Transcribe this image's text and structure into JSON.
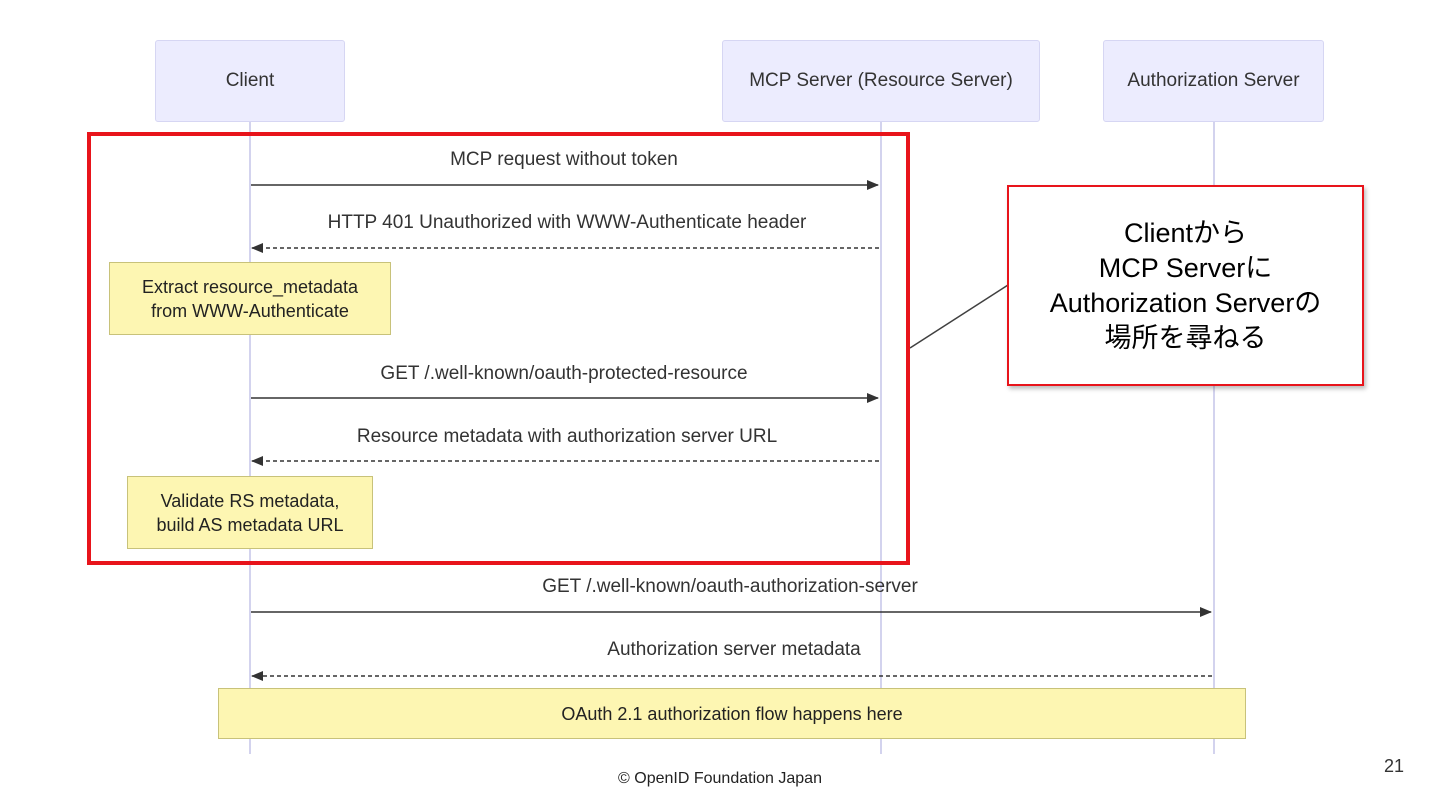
{
  "participants": {
    "client": "Client",
    "mcp_server": "MCP Server (Resource Server)",
    "auth_server": "Authorization Server"
  },
  "messages": [
    "MCP request without token",
    "HTTP 401 Unauthorized with WWW-Authenticate header",
    "GET /.well-known/oauth-protected-resource",
    "Resource metadata with authorization server URL",
    "GET /.well-known/oauth-authorization-server",
    "Authorization server metadata"
  ],
  "notes": {
    "extract": [
      "Extract resource_metadata",
      "from WWW-Authenticate"
    ],
    "validate": [
      "Validate RS metadata,",
      "build AS metadata URL"
    ],
    "oauth_flow": "OAuth 2.1 authorization flow happens here"
  },
  "callout": {
    "lines": [
      "Clientから",
      "MCP Serverに",
      "Authorization Serverの",
      "場所を尋ねる"
    ]
  },
  "footer": {
    "copyright": "© OpenID Foundation Japan",
    "page_number": "21"
  },
  "colors": {
    "participant_fill": "#ececfe",
    "note_fill": "#fdf6b2",
    "highlight": "#e8141b",
    "arrow": "#333333"
  }
}
